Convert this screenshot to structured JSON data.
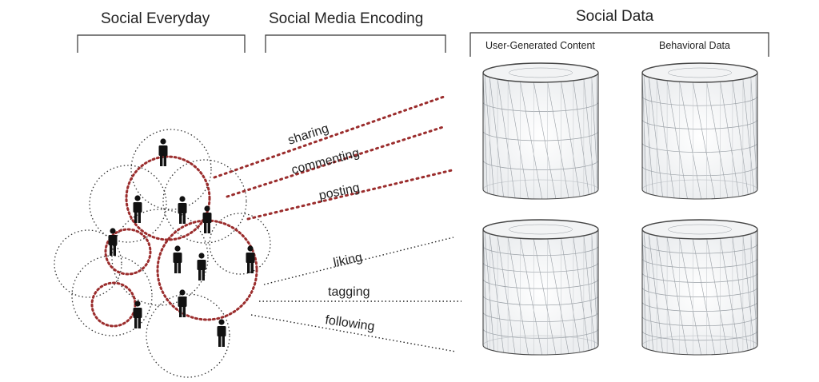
{
  "headers": {
    "social_everyday": "Social Everyday",
    "social_media_encoding": "Social Media Encoding",
    "social_data": "Social Data"
  },
  "columns": {
    "user_generated": "User-Generated Content",
    "behavioral": "Behavioral Data"
  },
  "actions": {
    "sharing": "sharing",
    "commenting": "commenting",
    "posting": "posting",
    "liking": "liking",
    "tagging": "tagging",
    "following": "following"
  },
  "colors": {
    "ugc_dotted": "#9b2d2d",
    "behavioral_dotted": "#222222",
    "circle_dotted": "#333333",
    "mesh": "#9aa0a6",
    "ink": "#222222"
  }
}
